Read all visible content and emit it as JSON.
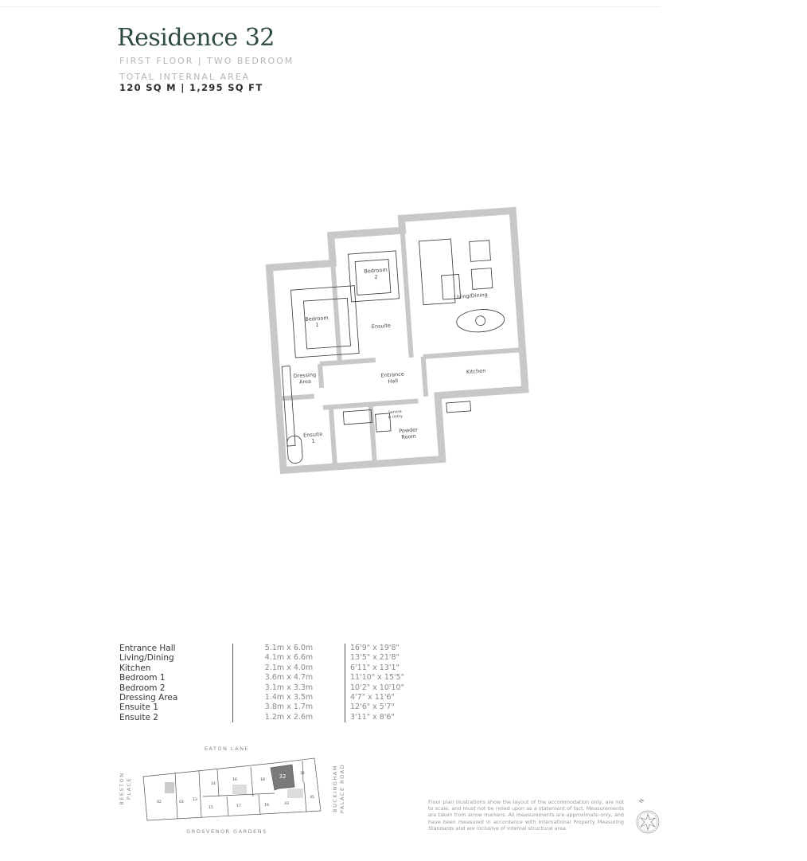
{
  "header": {
    "title": "Residence 32",
    "subtitle": "FIRST FLOOR | TWO BEDROOM",
    "area_label": "TOTAL INTERNAL AREA",
    "area_value": "120 SQ M | 1,295 SQ FT"
  },
  "plan": {
    "labels": {
      "bedroom1": "Bedroom",
      "bedroom1_n": "1",
      "bedroom2": "Bedroom",
      "bedroom2_n": "2",
      "living": "Living/Dining",
      "ensuite2": "Ensuite",
      "dressing": "Dressing",
      "dressing2": "Area",
      "entrance": "Entrance",
      "entrance2": "Hall",
      "kitchen": "Kitchen",
      "service": "Service",
      "service2": "& Utility",
      "powder": "Powder",
      "powder2": "Room",
      "ensuite1": "Ensuite",
      "ensuite1_n": "1"
    }
  },
  "rooms": [
    {
      "name": "Entrance Hall",
      "metric": "5.1m x 6.0m",
      "imperial": "16'9\" x 19'8\""
    },
    {
      "name": "Living/Dining",
      "metric": "4.1m x 6.6m",
      "imperial": "13'5\" x 21'8\""
    },
    {
      "name": "Kitchen",
      "metric": "2.1m x 4.0m",
      "imperial": "6'11\" x 13'1\""
    },
    {
      "name": "Bedroom 1",
      "metric": "3.6m x 4.7m",
      "imperial": "11'10\" x 15'5\""
    },
    {
      "name": "Bedroom 2",
      "metric": "3.1m x 3.3m",
      "imperial": "10'2\" x 10'10\""
    },
    {
      "name": "Dressing Area",
      "metric": "1.4m x 3.5m",
      "imperial": "4'7\" x 11'6\""
    },
    {
      "name": "Ensuite 1",
      "metric": "3.8m x 1.7m",
      "imperial": "12'6\" x 5'7\""
    },
    {
      "name": "Ensuite 2",
      "metric": "1.2m x 2.6m",
      "imperial": "3'11\" x 8'6\""
    }
  ],
  "keyplan": {
    "north_road": "EATON LANE",
    "south_road": "GROSVENOR GARDENS",
    "west_road_1": "BEESTON",
    "west_road_2": "PLACE",
    "east_road_1": "BUCKINGHAM",
    "east_road_2": "PALACE ROAD",
    "units": {
      "u02": "02",
      "u03": "03",
      "u13": "13",
      "u14": "14",
      "u16": "16",
      "u18": "18",
      "u32": "32",
      "u34": "34",
      "u15": "15",
      "u17": "17",
      "u19": "19",
      "u33": "33",
      "u35": "35"
    },
    "highlight_color": "#7a7a7a"
  },
  "disclaimer": "Floor plan illustrations show the layout of the accommodation only, are not to scale, and must not be relied upon as a statement of fact. Measurements are taken from arrow markers. All measurements are approximate only, and have been measured in accordance with International Property Measuring Standards and are inclusive of internal structural area.",
  "compass": {
    "label": "N"
  },
  "colors": {
    "title": "#2f4a3e",
    "wall": "#c8c8c8"
  }
}
